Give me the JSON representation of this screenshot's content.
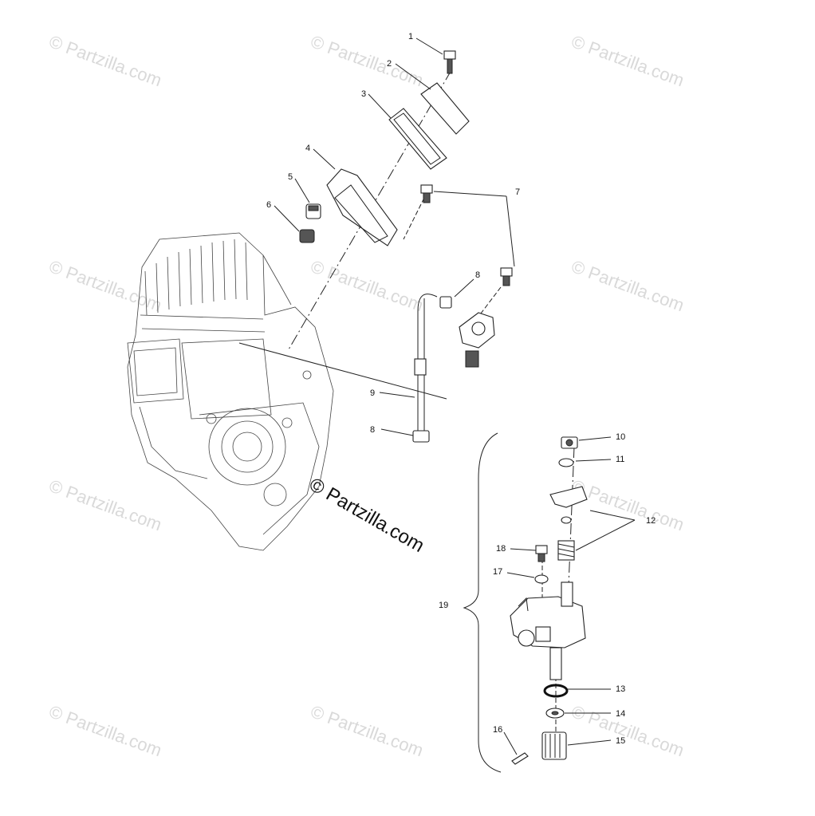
{
  "watermark": {
    "text": "© Partzilla.com"
  },
  "main_watermark": {
    "text": "© Partzilla.com"
  },
  "callouts": [
    "1",
    "2",
    "3",
    "4",
    "5",
    "6",
    "7",
    "8",
    "8",
    "9",
    "10",
    "11",
    "12",
    "13",
    "14",
    "15",
    "16",
    "17",
    "18",
    "19"
  ]
}
